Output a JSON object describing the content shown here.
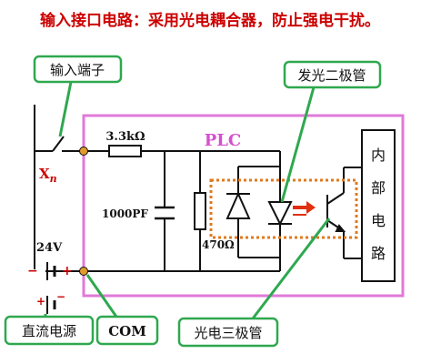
{
  "title": "输入接口电路：采用光电耦合器，防止强电干扰。",
  "labels": {
    "input_terminal": "输入端子",
    "led": "发光二极管",
    "plc": "PLC",
    "resistor_series": "3.3kΩ",
    "capacitor": "1000PF",
    "resistor_shunt": "470Ω",
    "terminal": "X",
    "terminal_sub": "n",
    "voltage": "24V",
    "internal_chars": [
      "内",
      "部",
      "电",
      "路"
    ],
    "dc_source": "直流电源",
    "com": "COM",
    "phototransistor": "光电三极管"
  },
  "colors": {
    "title": "#cc0000",
    "plc_box": "#e07ad8",
    "plc_label": "#d64fd0",
    "callout_border": "#2fa84f",
    "wire": "#111111",
    "coupler_box": "#e07a1e",
    "arrow": "#e03010",
    "terminal_dot": "#e39a2c",
    "label_red": "#cc0000"
  }
}
